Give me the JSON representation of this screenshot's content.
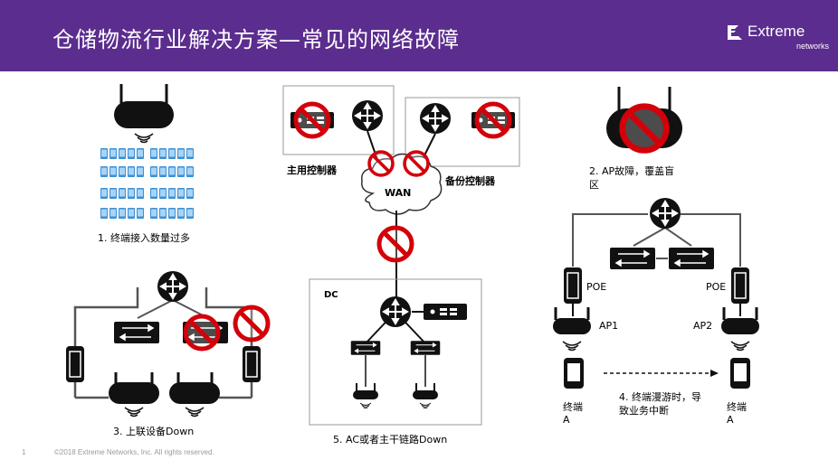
{
  "title": "仓储物流行业解决方案—常见的网络故障",
  "logo": {
    "word": "Extreme",
    "sub": "networks"
  },
  "labels": {
    "fault1": "1. 终端接入数量过多",
    "main_controller": "主用控制器",
    "backup_controller": "备份控制器",
    "wan": "WAN",
    "fault2_line1": "2. AP故障，覆盖盲",
    "fault2_line2": "区",
    "dc": "DC",
    "fault3": "3. 上联设备Down",
    "fault5": "5. AC或者主干链路Down",
    "poe_left": "POE",
    "poe_right": "POE",
    "ap1": "AP1",
    "ap2": "AP2",
    "terminal": "终端",
    "terminal_a": "A",
    "fault4_line1": "4. 终端漫游时，导",
    "fault4_line2": "致业务中断"
  },
  "footer": {
    "page": "1",
    "copyright": "©2018 Extreme Networks, Inc. All rights reserved."
  },
  "colors": {
    "header": "#5b2d8e",
    "fault": "#d3000a",
    "device": "#111111",
    "phone": "#3b8fd4"
  }
}
